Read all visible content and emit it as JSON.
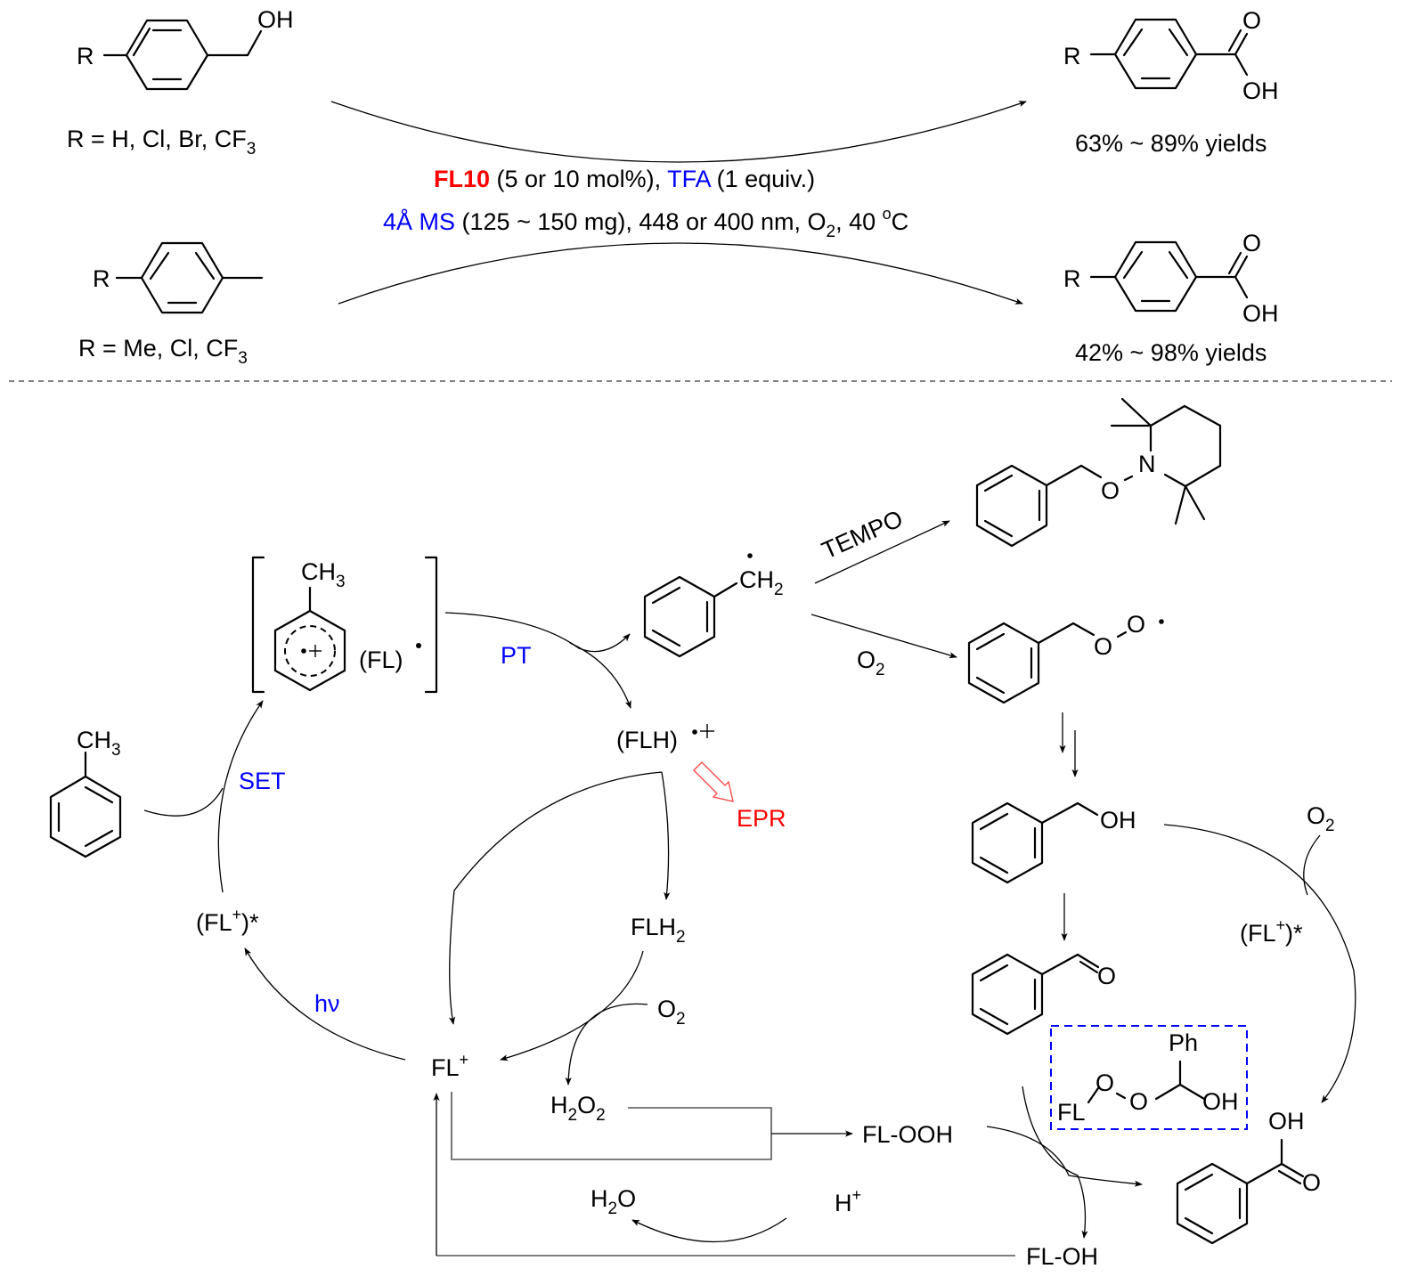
{
  "top_scheme": {
    "reaction1": {
      "substrate": "4-R-benzyl alcohol",
      "substrate_oh_label": "OH",
      "substrate_r_label": "R",
      "r_groups_prefix": "R = H, Cl, Br, CF",
      "r_groups_sub": "3",
      "product": "4-R-benzoic acid",
      "product_r_label": "R",
      "product_o_label": "O",
      "product_oh_label": "OH",
      "yield": "63% ~ 89% yields"
    },
    "reaction2": {
      "substrate": "4-R-toluene",
      "substrate_r_label": "R",
      "r_groups_prefix": "R = Me, Cl, CF",
      "r_groups_sub": "3",
      "product": "4-R-benzoic acid",
      "product_r_label": "R",
      "product_o_label": "O",
      "product_oh_label": "OH",
      "yield": "42% ~ 98% yields"
    },
    "conditions": {
      "line1": {
        "catalyst": "FL10",
        "catalyst_amount": " (5 or 10 mol%), ",
        "acid": "TFA",
        "acid_amount": " (1 equiv.)"
      },
      "line2": {
        "additive": "4Å MS",
        "rest_a": " (125 ~ 150 mg), 448 or 400 nm, O",
        "rest_sub": "2",
        "rest_b": ", 40 ",
        "degree": "o",
        "unit": "C"
      }
    },
    "colors": {
      "catalyst": "#ff0000",
      "reagent": "#0000ff"
    }
  },
  "mechanism": {
    "toluene": {
      "ch3": "CH",
      "ch3_sub": "3"
    },
    "radical_cation_complex": {
      "ch3": "CH",
      "ch3_sub": "3",
      "charge": "•+",
      "fl": "(FL)",
      "fl_sup": "•"
    },
    "benzyl_radical": {
      "ch2": "CH",
      "ch2_sub": "2",
      "radical": "•"
    },
    "flh_radical_cation": {
      "text": "(FLH)",
      "sup": "•+"
    },
    "epr": "EPR",
    "flh2": {
      "text": "FLH",
      "sub": "2"
    },
    "fl_excited": {
      "a": "(FL",
      "sup": "+",
      "b": ")*"
    },
    "fl_plus": {
      "text": "FL",
      "sup": "+"
    },
    "o2_left": {
      "text": "O",
      "sub": "2"
    },
    "h2o2": {
      "a": "H",
      "sub1": "2",
      "b": "O",
      "sub2": "2"
    },
    "fl_ooh": "FL-OOH",
    "h2o": {
      "a": "H",
      "sub": "2",
      "b": "O"
    },
    "h_plus": {
      "text": "H",
      "sup": "+"
    },
    "fl_oh": "FL-OH",
    "steps": {
      "set": "SET",
      "pt": "PT",
      "hv": "hν",
      "tempo": "TEMPO"
    },
    "o2_right_a": {
      "text": "O",
      "sub": "2"
    },
    "o2_right_b": {
      "text": "O",
      "sub": "2"
    },
    "fl_excited_right": {
      "a": "(FL",
      "sup": "+",
      "b": ")*"
    },
    "tempo_adduct": {
      "o": "O",
      "n": "N"
    },
    "peroxyl_radical": {
      "o1": "O",
      "o2": "O",
      "radical": "•"
    },
    "benzyl_alcohol": {
      "oh": "OH"
    },
    "benzaldehyde": {
      "o": "O"
    },
    "peroxide_intermediate": {
      "fl": "FL",
      "o1": "O",
      "o2": "O",
      "ph": "Ph",
      "oh": "OH"
    },
    "benzoic_acid": {
      "oh": "OH",
      "o": "O"
    }
  }
}
